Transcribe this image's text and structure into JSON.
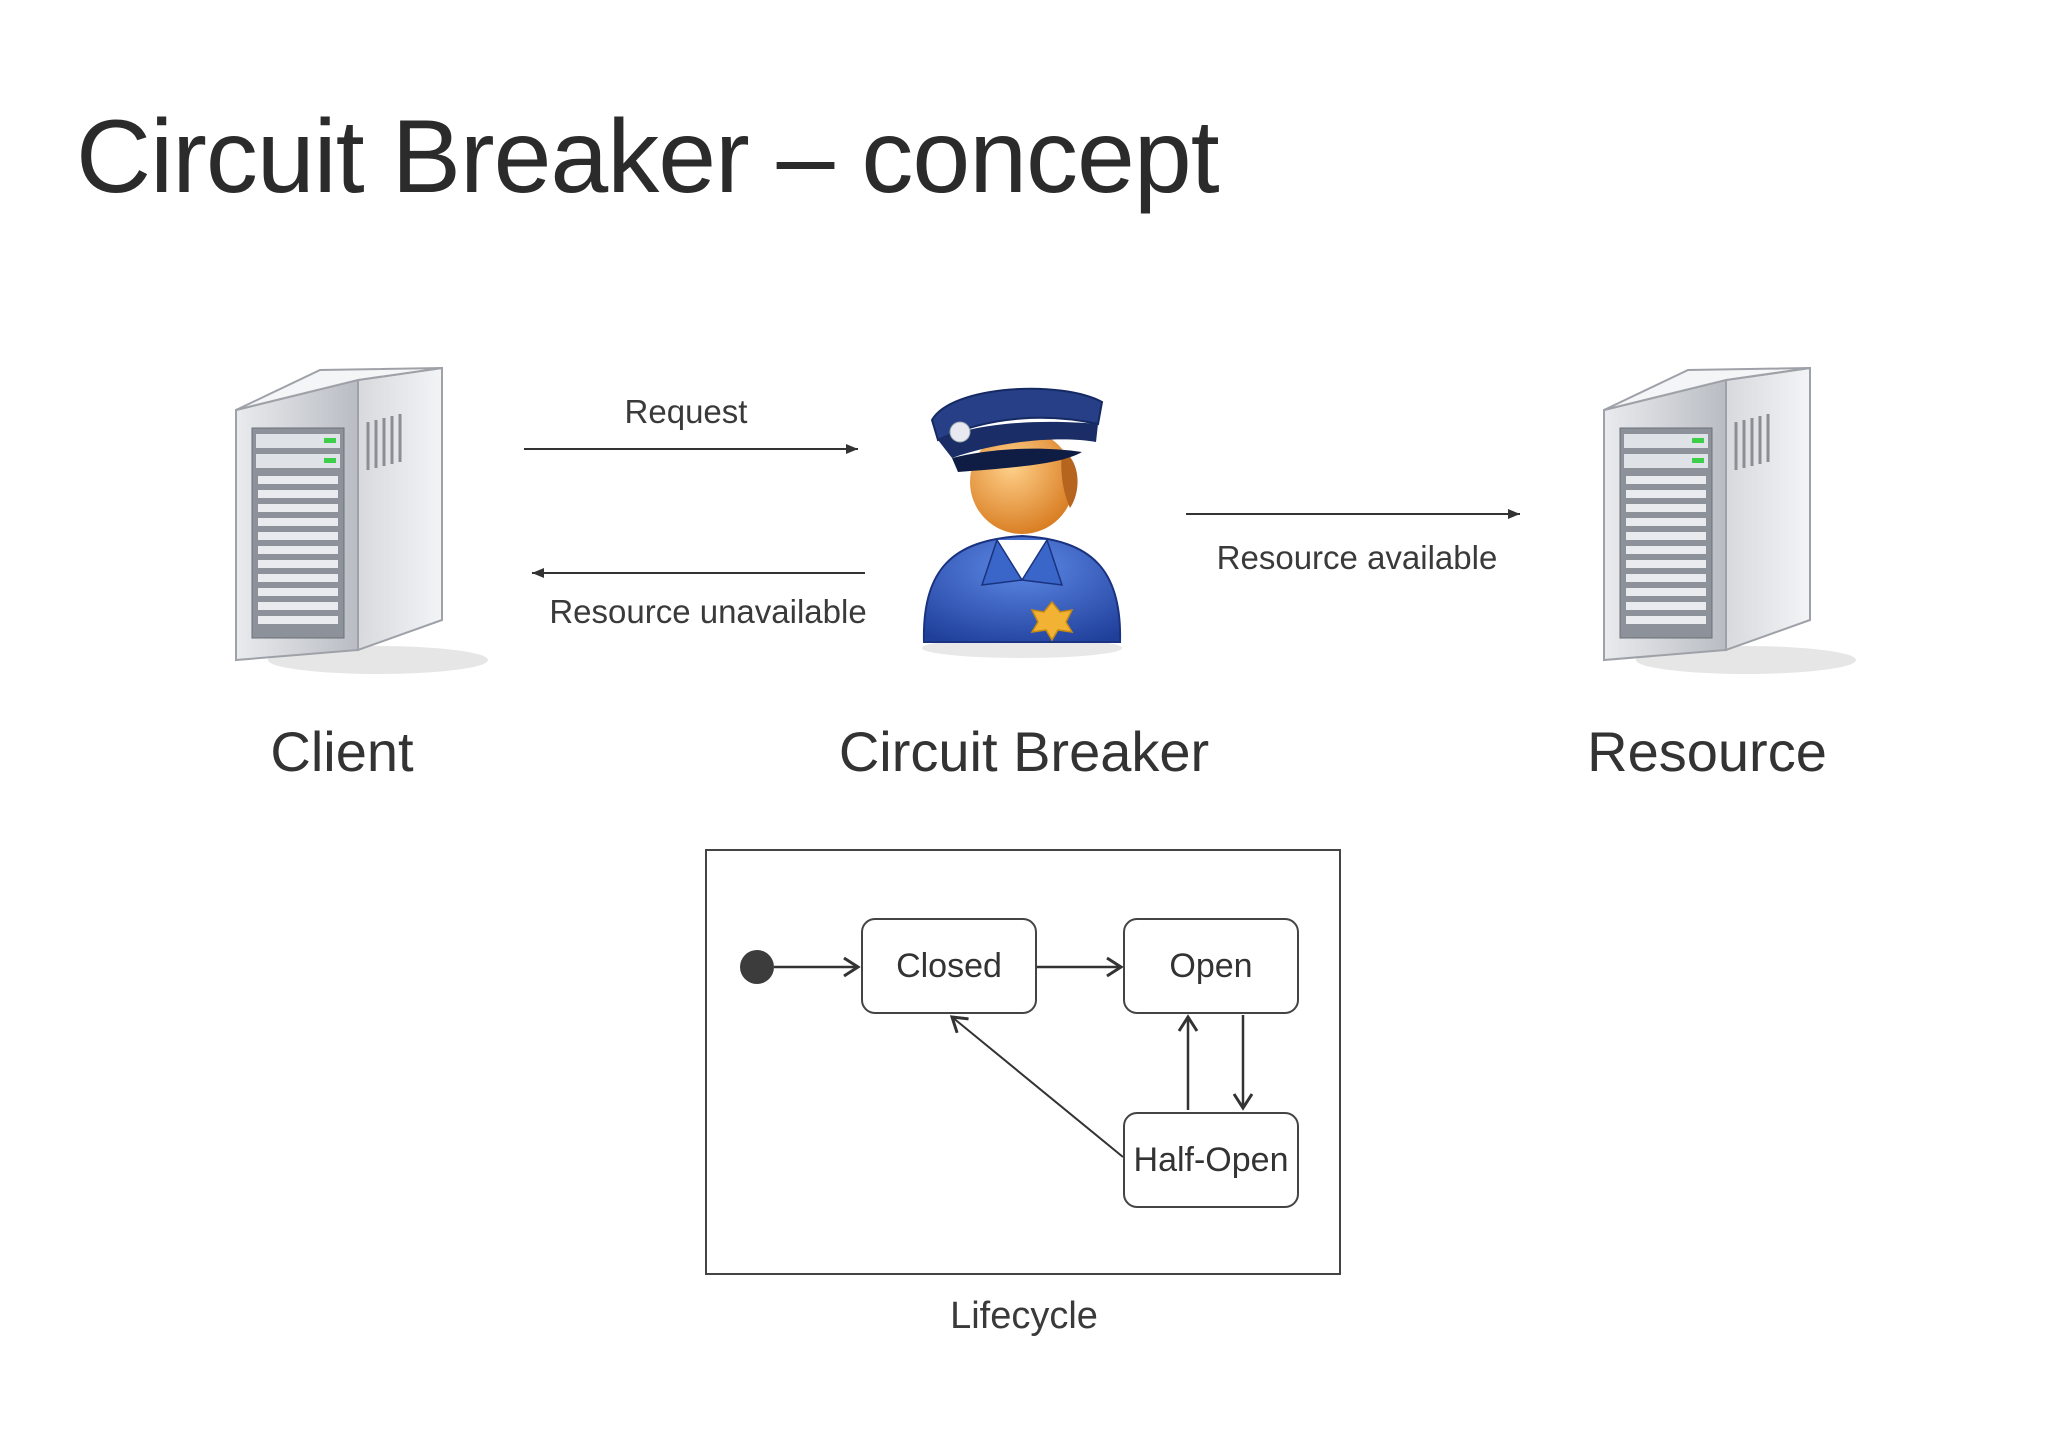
{
  "slide": {
    "title": "Circuit Breaker – concept"
  },
  "actors": {
    "client": "Client",
    "circuit_breaker": "Circuit Breaker",
    "resource": "Resource"
  },
  "arrows": {
    "request": "Request",
    "resource_unavailable": "Resource unavailable",
    "resource_available": "Resource available"
  },
  "lifecycle": {
    "caption": "Lifecycle",
    "states": {
      "closed": "Closed",
      "open": "Open",
      "half_open": "Half-Open"
    }
  },
  "icons": {
    "client": "server-tower-icon",
    "circuit_breaker": "police-officer-icon",
    "resource": "server-tower-icon",
    "initial_state": "initial-state-dot-icon"
  },
  "colors": {
    "officer_uniform": "#2f5cc0",
    "officer_skin": "#f0a040",
    "badge": "#f2b234",
    "server_body": "#c9ccd1",
    "server_led": "#3ecf4a"
  }
}
